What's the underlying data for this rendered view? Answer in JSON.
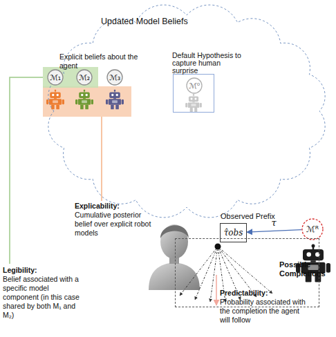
{
  "diagram": {
    "nodes": [
      {
        "text": [
          "Updated Model Beliefs"
        ]
      },
      {
        "text": [
          "ℳ₁"
        ],
        "in": 0
      },
      {
        "text": [
          "ℳ₂"
        ],
        "in": 0
      },
      {
        "text": [
          "ℳ₃"
        ],
        "in": 0
      },
      {
        "text": [
          "Default Hypothesis to capture human surprise"
        ],
        "in": 0
      },
      {
        "text": [
          "ℳ⁰"
        ],
        "in": 4
      },
      {
        "text": [
          "Observed Prefix",
          "τ̂obs"
        ]
      },
      {
        "text": [
          "ℳᴿ"
        ]
      },
      {
        "text": [
          "Possible Completions"
        ]
      }
    ],
    "edges": [
      {
        "from": 7,
        "to": 6,
        "label": "τ",
        "arrow": "to"
      }
    ],
    "labels": [
      "Explicit beliefs about the agent",
      "Legibility:",
      "Belief associated with a specific model component (in this case shared by both M₁ and M₂)",
      "Explicability:",
      "Cumulative posterior belief over explicit robot models",
      "Predictability:",
      "Probability associated with the completion the agent will follow"
    ]
  }
}
